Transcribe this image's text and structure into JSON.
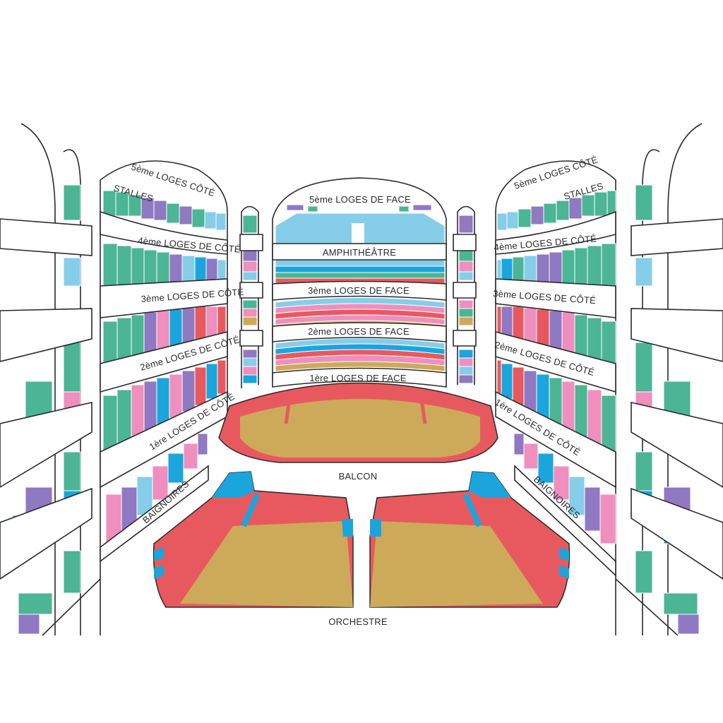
{
  "labels": {
    "cote_5_left": "5ème LOGES CÔTÉ",
    "cote_5_right": "5ème LOGES CÔTÉ",
    "stalles_left": "STALLES",
    "stalles_right": "STALLES",
    "cote_4_left": "4ème LOGES DE CÔTÉ",
    "cote_4_right": "4ème LOGES DE CÔTÉ",
    "cote_3_left": "3ème LOGES DE CÔTÉ",
    "cote_3_right": "3ème LOGES DE CÔTÉ",
    "cote_2_left": "2ème LOGES DE CÔTÉ",
    "cote_2_right": "2ème LOGES DE CÔTÉ",
    "cote_1_left": "1ère LOGES DE CÔTÉ",
    "cote_1_right": "1ère LOGES DE CÔTÉ",
    "baignoires_left": "BAIGNOIRES",
    "baignoires_right": "BAIGNOIRES",
    "face_5": "5ème LOGES DE FACE",
    "amphitheatre": "AMPHITHÉÂTRE",
    "face_3": "3ème LOGES DE FACE",
    "face_2": "2ème LOGES DE FACE",
    "face_1": "1ère LOGES DE FACE",
    "balcon": "BALCON",
    "orchestre": "ORCHESTRE"
  },
  "colors": {
    "teal": "#4bb594",
    "purple": "#8f79c2",
    "light_blue": "#86cdea",
    "blue": "#1ba5dd",
    "pink": "#ee8fbe",
    "red": "#e8595f",
    "gold": "#cdaa5a",
    "outline": "#2a2a2a",
    "background": "#ffffff"
  }
}
